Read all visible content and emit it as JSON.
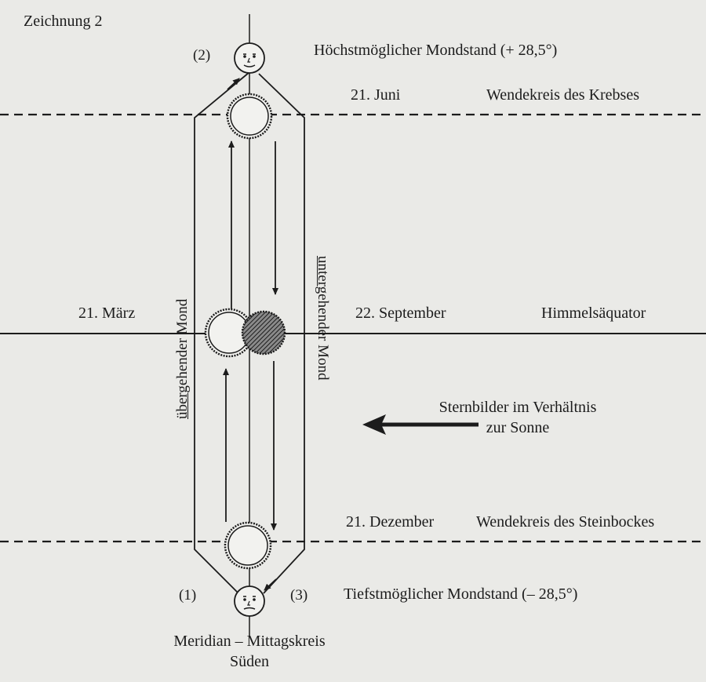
{
  "figure": {
    "title": "Zeichnung 2",
    "top_label": "Höchstmöglicher Mondstand (+ 28,5°)",
    "bottom_label": "Tiefstmöglicher Mondstand (– 28,5°)",
    "meridian_label": "Meridian – Mittagskreis",
    "south_label": "Süden",
    "markers": {
      "m1": "(1)",
      "m2": "(2)",
      "m3": "(3)"
    },
    "lines": {
      "tropic_cancer": {
        "date": "21. Juni",
        "name": "Wendekreis des Krebses"
      },
      "equator": {
        "date_left": "21. März",
        "date_right": "22. September",
        "name": "Himmelsäquator"
      },
      "tropic_capricorn": {
        "date": "21. Dezember",
        "name": "Wendekreis des Steinbockes"
      }
    },
    "rising_moon": {
      "underlined": "über",
      "rest": "gehender Mond"
    },
    "setting_moon": {
      "underlined": "unter",
      "rest": "gehender Mond"
    },
    "constellation_note": {
      "line1": "Sternbilder im Verhältnis",
      "line2": "zur Sonne"
    }
  }
}
